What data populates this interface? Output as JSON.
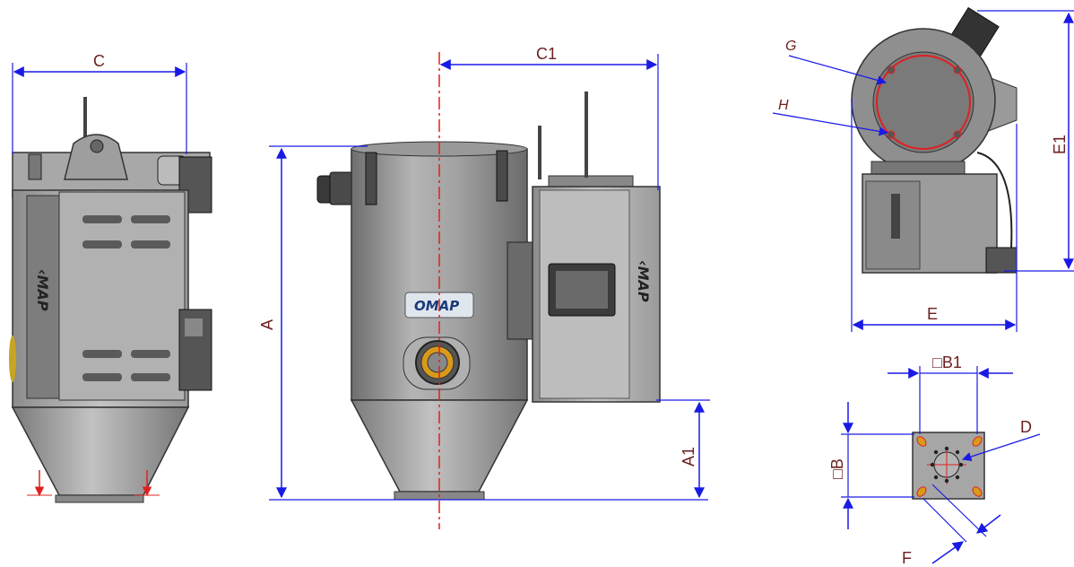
{
  "drawing": {
    "logo_text": "OMAP",
    "logo_brand_text": "‹MAP",
    "dimensions": {
      "A": "A",
      "A1": "A1",
      "B": "□B",
      "B1": "□B1",
      "C": "C",
      "C1": "C1",
      "D": "D",
      "E": "E",
      "E1": "E1",
      "F": "F",
      "G": "G",
      "H": "H"
    },
    "colors": {
      "dimension_line": "#1a1ae6",
      "centerline": "#e02020",
      "label": "#6b1f1f",
      "body_metal": "#9a9a9a",
      "panel_metal": "#b8b8b8",
      "dark_part": "#3c3c3c",
      "accent_ring": "#d89a1a"
    }
  }
}
